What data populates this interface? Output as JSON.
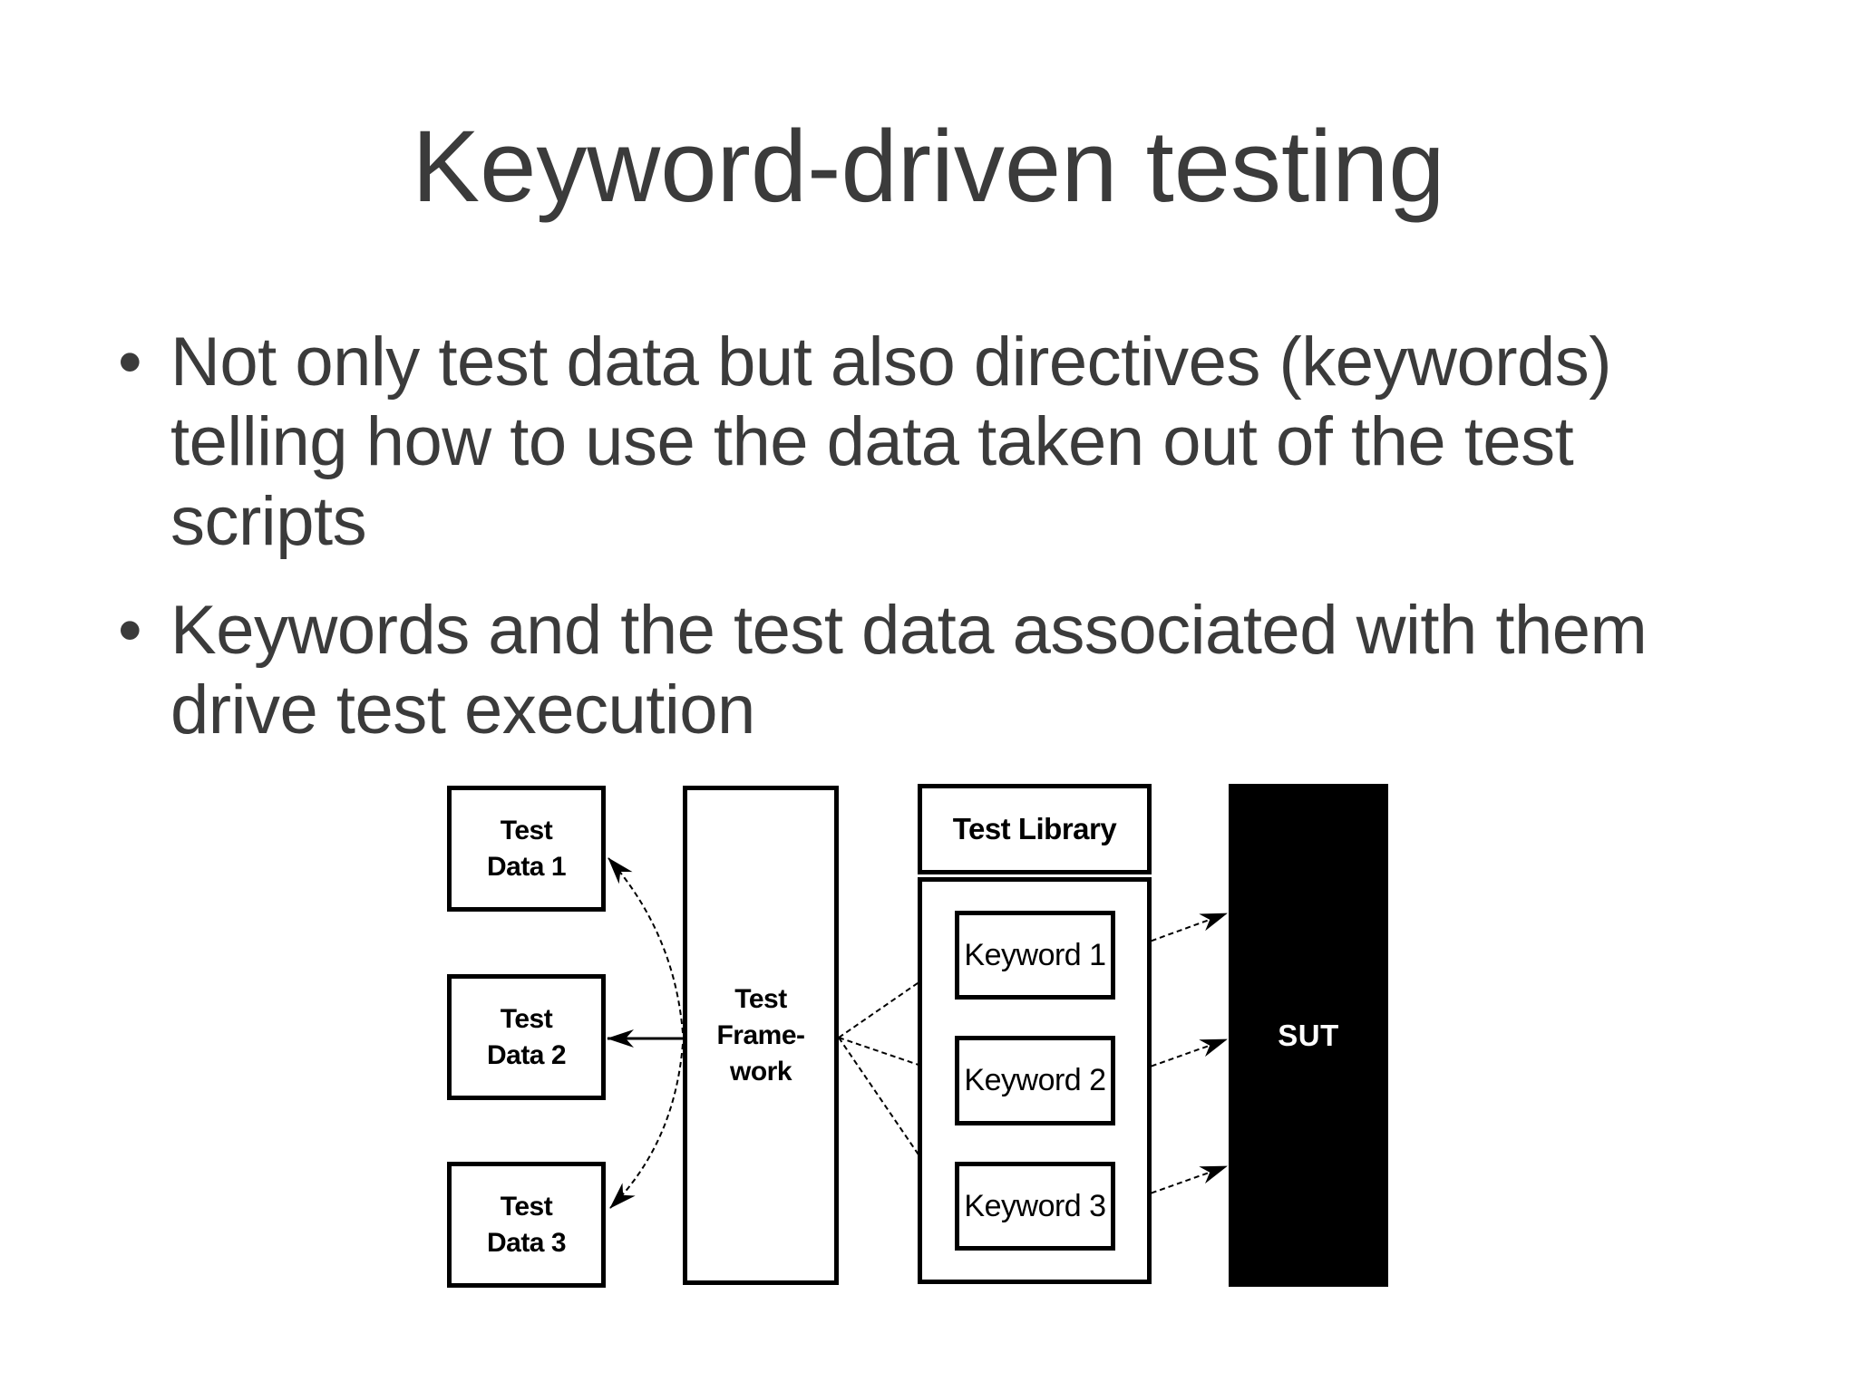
{
  "slide": {
    "title": "Keyword-driven testing",
    "bullet_glyph": "•",
    "bullets": [
      {
        "lines": [
          "Not only test data but also directives (keywords)",
          "telling how to use the data taken out of the test",
          "scripts"
        ]
      },
      {
        "lines": [
          "Keywords and the test data associated with them",
          "drive test execution"
        ]
      }
    ]
  },
  "diagram": {
    "test_data_boxes": [
      {
        "lines": [
          "Test",
          "Data 1"
        ]
      },
      {
        "lines": [
          "Test",
          "Data 2"
        ]
      },
      {
        "lines": [
          "Test",
          "Data 3"
        ]
      }
    ],
    "framework_box": {
      "lines": [
        "Test",
        "Frame-",
        "work"
      ]
    },
    "library": {
      "header_label": "Test Library",
      "keywords": [
        "Keyword 1",
        "Keyword 2",
        "Keyword 3"
      ]
    },
    "sut_label": "SUT"
  },
  "colors": {
    "background": "#ffffff",
    "body_text": "#3b3b3b",
    "diagram_stroke": "#000000",
    "sut_fill": "#000000",
    "sut_text": "#ffffff"
  }
}
